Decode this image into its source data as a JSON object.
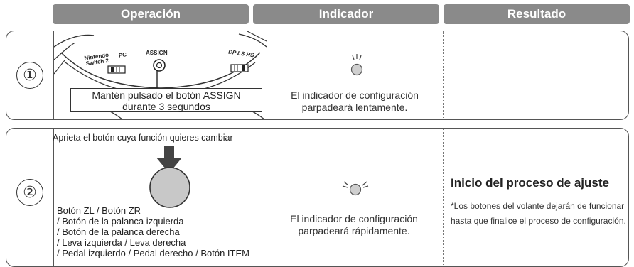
{
  "headers": {
    "operation": "Operación",
    "indicator": "Indicador",
    "result": "Resultado"
  },
  "step1": {
    "number": "①",
    "labels": {
      "nintendo_1": "Nintendo",
      "nintendo_2": "Switch 2",
      "pc": "PC",
      "assign": "ASSIGN",
      "dpad": "DP LS RS"
    },
    "callout_1": "Mantén pulsado el botón ASSIGN",
    "callout_2": "durante 3 segundos",
    "indicator_1": "El indicador de configuración",
    "indicator_2": "parpadeará lentamente.",
    "result": ""
  },
  "step2": {
    "number": "②",
    "hint": "Aprieta el botón cuya función quieres cambiar",
    "buttons": [
      "Botón ZL / Botón ZR",
      "/ Botón de la palanca izquierda",
      "/ Botón de la palanca derecha",
      "/ Leva izquierda / Leva derecha",
      "/ Pedal izquierdo / Pedal derecho / Botón ITEM"
    ],
    "indicator_1": "El indicador de configuración",
    "indicator_2": "parpadeará rápidamente.",
    "result_title": "Inicio del proceso de ajuste",
    "result_note": "*Los botones del volante dejarán de funcionar hasta que finalice el proceso de configuración."
  },
  "colors": {
    "header_bg": "#8a8a8a",
    "indicator_light": "#cfcfcf",
    "arrow": "#444444",
    "button_fill": "#c8c8c8"
  },
  "icons": [
    "slow-blink-led-icon",
    "fast-blink-led-icon",
    "press-arrow-icon",
    "round-button-icon",
    "mode-switch-icon",
    "assign-button-icon"
  ]
}
